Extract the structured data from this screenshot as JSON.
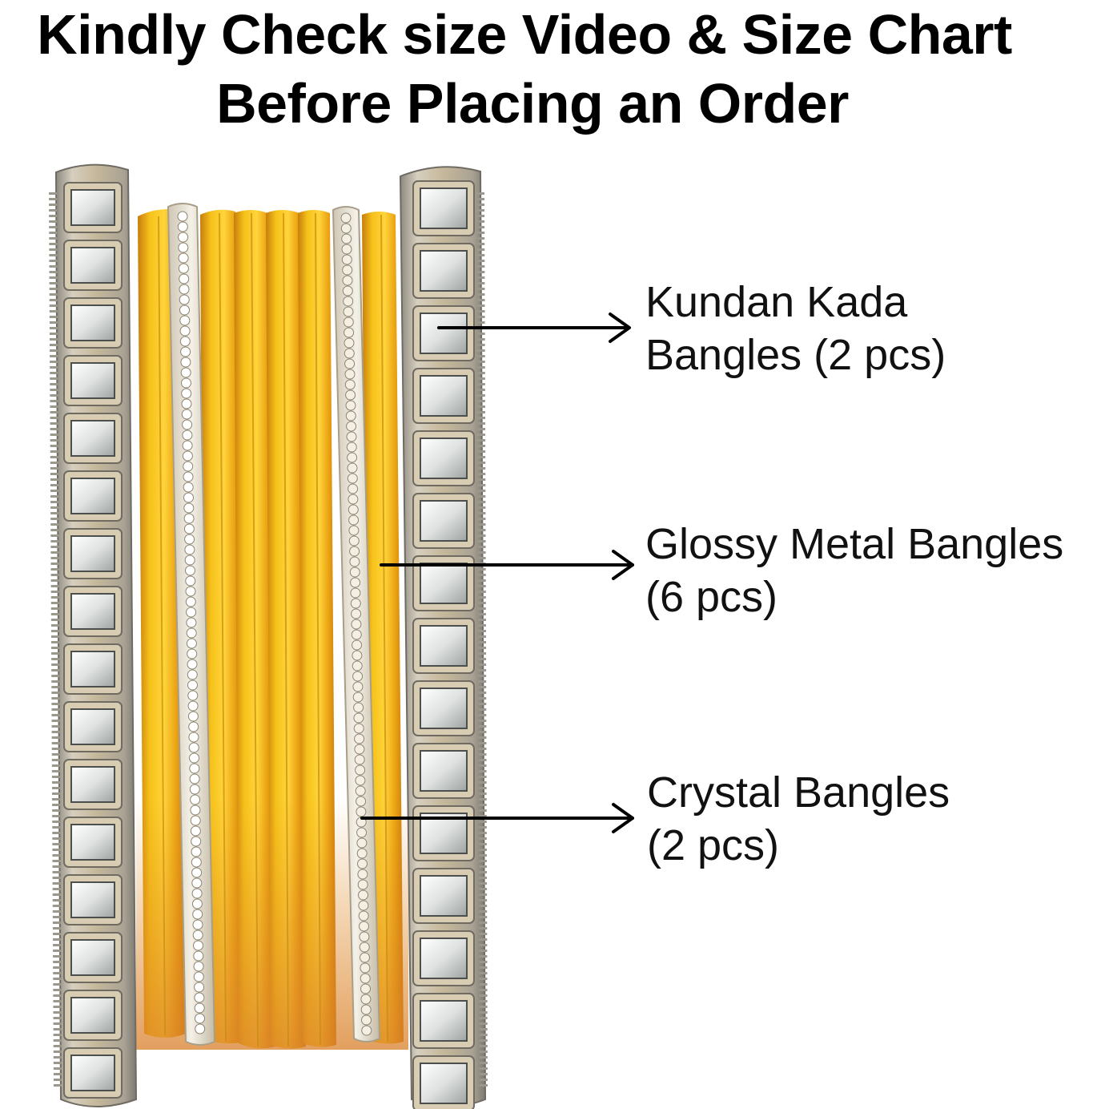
{
  "headline": {
    "line1": "Kindly Check size Video & Size Chart",
    "line2": "Before Placing an Order"
  },
  "callouts": [
    {
      "line1": "Kundan Kada",
      "line2": "Bangles (2 pcs)"
    },
    {
      "line1": "Glossy Metal Bangles",
      "line2": "(6 pcs)"
    },
    {
      "line1": "Crystal Bangles",
      "line2": "(2 pcs)"
    }
  ],
  "colors": {
    "background": "#ffffff",
    "metal_yellow": "#f2b40c",
    "metal_orange": "#e08a1a",
    "kada_frame": "#b9ac8e",
    "mirror": "#eef0ef",
    "crystal": "#f3f1ea",
    "arrow": "#000000"
  }
}
